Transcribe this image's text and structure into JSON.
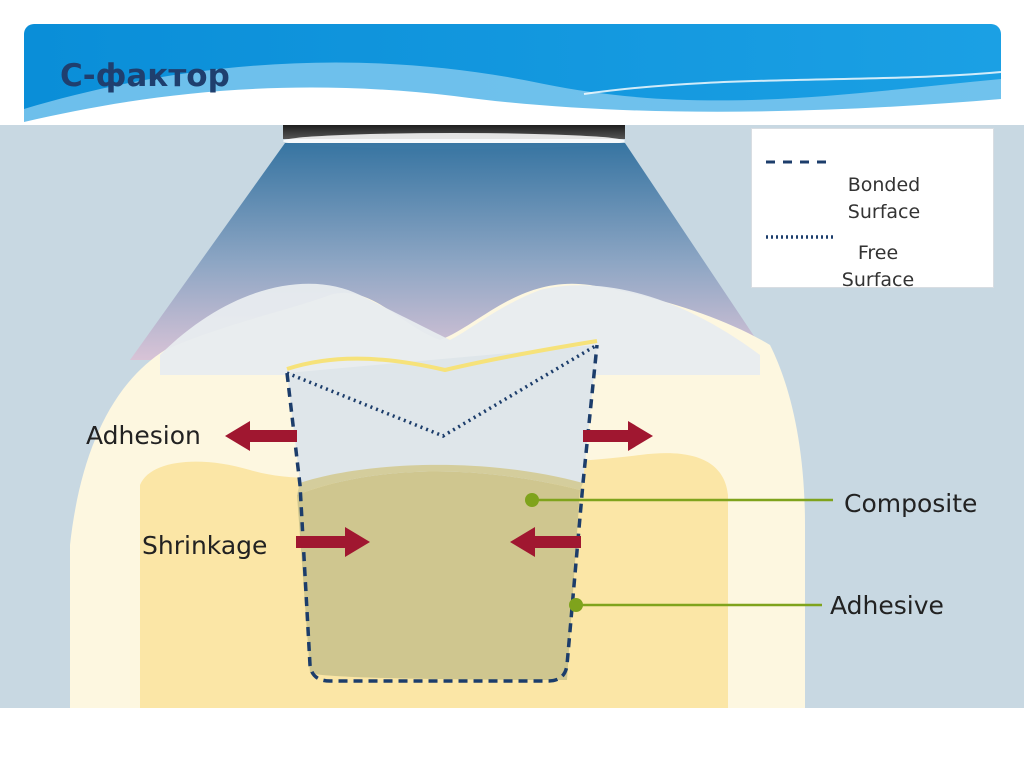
{
  "slide": {
    "title": "С-фактор"
  },
  "legend": {
    "bonded_line1": "Bonded",
    "bonded_line2": "Surface",
    "free_line1": "Free",
    "free_line2": "Surface"
  },
  "labels": {
    "adhesion": "Adhesion",
    "shrinkage": "Shrinkage",
    "composite": "Composite",
    "adhesive": "Adhesive"
  },
  "colors": {
    "header_blue": "#1496dd",
    "title": "#1f3f6e",
    "background": "#c8d8e2",
    "arrow": "#a01730",
    "composite_fill": "#cfc68f",
    "dentin": "#fbe6a6",
    "enamel": "#fdf7e0",
    "boundary_line": "#1c3d6b",
    "pointer_line": "#7fa31c"
  }
}
